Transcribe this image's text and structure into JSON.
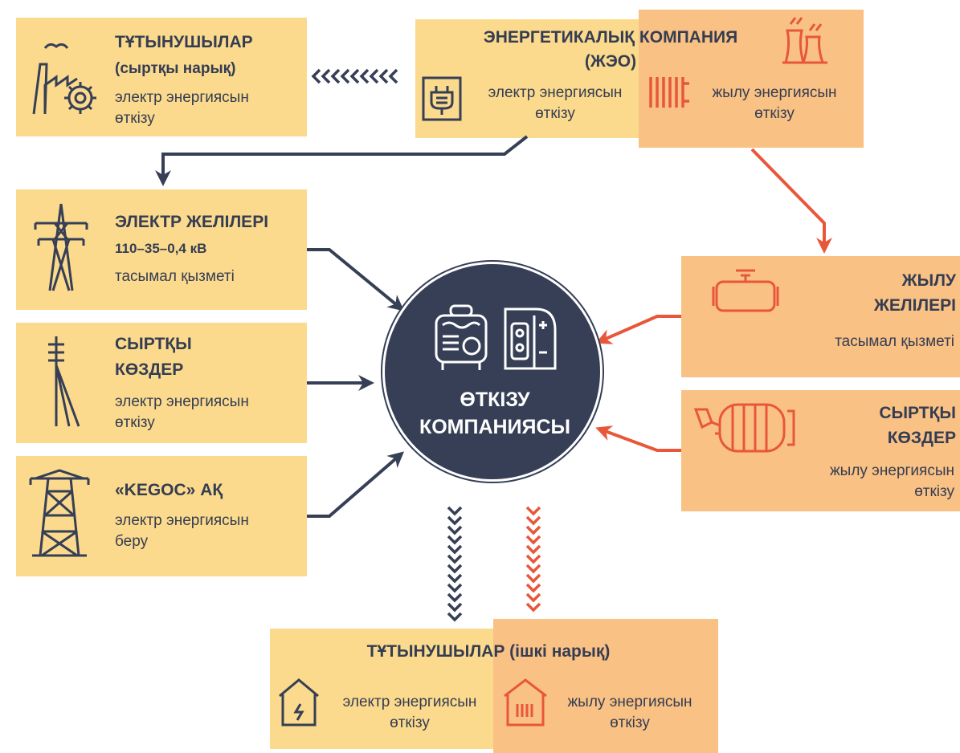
{
  "consumers_external": {
    "title": "ТҰТЫНУШЫЛАР",
    "subtitle": "(сыртқы нарық)",
    "desc_line1": "электр энергиясын",
    "desc_line2": "өткізу"
  },
  "energy_company": {
    "title_line1": "ЭНЕРГЕТИКАЛЫҚ КОМПАНИЯ",
    "title_line2": "(ЖЭО)",
    "electric_line1": "электр энергиясын",
    "electric_line2": "өткізу",
    "heat_line1": "жылу энергиясын",
    "heat_line2": "өткізу"
  },
  "electric_networks": {
    "title": "ЭЛЕКТР ЖЕЛІЛЕРІ",
    "voltage": "110–35–0,4 кВ",
    "desc": "тасымал қызметі"
  },
  "external_sources_electric": {
    "title_line1": "СЫРТҚЫ",
    "title_line2": "КӨЗДЕР",
    "desc_line1": "электр энергиясын",
    "desc_line2": "өткізу"
  },
  "kegoc": {
    "title": "«KEGOC» АҚ",
    "desc_line1": "электр энергиясын",
    "desc_line2": "беру"
  },
  "heat_networks": {
    "title_line1": "ЖЫЛУ",
    "title_line2": "ЖЕЛІЛЕРІ",
    "desc": "тасымал қызметі"
  },
  "external_sources_heat": {
    "title_line1": "СЫРТҚЫ",
    "title_line2": "КӨЗДЕР",
    "desc_line1": "жылу энергиясын",
    "desc_line2": "өткізу"
  },
  "center": {
    "title_line1": "ӨТКІЗУ",
    "title_line2": "КОМПАНИЯСЫ"
  },
  "consumers_internal": {
    "title": "ТҰТЫНУШЫЛАР (ішкі нарық)",
    "electric_line1": "электр энергиясын",
    "electric_line2": "өткізу",
    "heat_line1": "жылу энергиясын",
    "heat_line2": "өткізу"
  },
  "colors": {
    "yellow": "#fbda8d",
    "orange": "#f9c184",
    "navy": "#363f56",
    "red": "#e8573a"
  },
  "icons": [
    "factory-gear-icon",
    "power-plant-icon",
    "plug-icon",
    "radiator-icon",
    "transmission-tower-icon",
    "utility-pole-icon",
    "high-voltage-tower-icon",
    "pipe-valve-icon",
    "boiler-tank-icon",
    "generator-icon",
    "battery-icon",
    "house-electric-icon",
    "house-heat-icon"
  ]
}
